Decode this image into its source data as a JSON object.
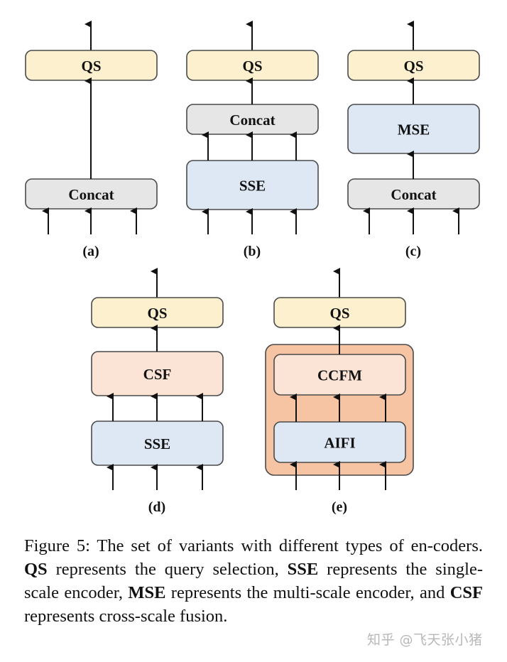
{
  "colors": {
    "qs_fill": "#fdf0cf",
    "concat_fill": "#e6e6e6",
    "encoder_fill": "#dde8f4",
    "fusion_fill": "#fbe3d5",
    "hybrid_outer_fill": "#f6c3a3",
    "stroke": "#4a4a4a",
    "arrow": "#111111"
  },
  "diagram": {
    "panels": [
      {
        "id": "a",
        "label": "(a)",
        "blocks": [
          {
            "text": "QS",
            "kind": "qs"
          },
          {
            "text": "Concat",
            "kind": "concat"
          }
        ]
      },
      {
        "id": "b",
        "label": "(b)",
        "blocks": [
          {
            "text": "QS",
            "kind": "qs"
          },
          {
            "text": "Concat",
            "kind": "concat"
          },
          {
            "text": "SSE",
            "kind": "encoder"
          }
        ]
      },
      {
        "id": "c",
        "label": "(c)",
        "blocks": [
          {
            "text": "QS",
            "kind": "qs"
          },
          {
            "text": "MSE",
            "kind": "encoder"
          },
          {
            "text": "Concat",
            "kind": "concat"
          }
        ]
      },
      {
        "id": "d",
        "label": "(d)",
        "blocks": [
          {
            "text": "QS",
            "kind": "qs"
          },
          {
            "text": "CSF",
            "kind": "fusion"
          },
          {
            "text": "SSE",
            "kind": "encoder"
          }
        ]
      },
      {
        "id": "e",
        "label": "(e)",
        "blocks": [
          {
            "text": "QS",
            "kind": "qs"
          },
          {
            "text": "CCFM",
            "kind": "fusion"
          },
          {
            "text": "AIFI",
            "kind": "encoder"
          }
        ]
      }
    ]
  },
  "caption": {
    "prefix": "Figure 5:  The set of variants with different types of en-coders. ",
    "parts": [
      {
        "bold": false,
        "text": "Figure 5:  The set of variants with different types of en-coders. "
      },
      {
        "bold": true,
        "text": "QS"
      },
      {
        "bold": false,
        "text": " represents the query selection, "
      },
      {
        "bold": true,
        "text": "SSE"
      },
      {
        "bold": false,
        "text": " represents the single-scale encoder, "
      },
      {
        "bold": true,
        "text": "MSE"
      },
      {
        "bold": false,
        "text": " represents the multi-scale encoder, and "
      },
      {
        "bold": true,
        "text": "CSF"
      },
      {
        "bold": false,
        "text": " represents cross-scale fusion."
      }
    ]
  },
  "watermark": "知乎 @飞天张小猪"
}
